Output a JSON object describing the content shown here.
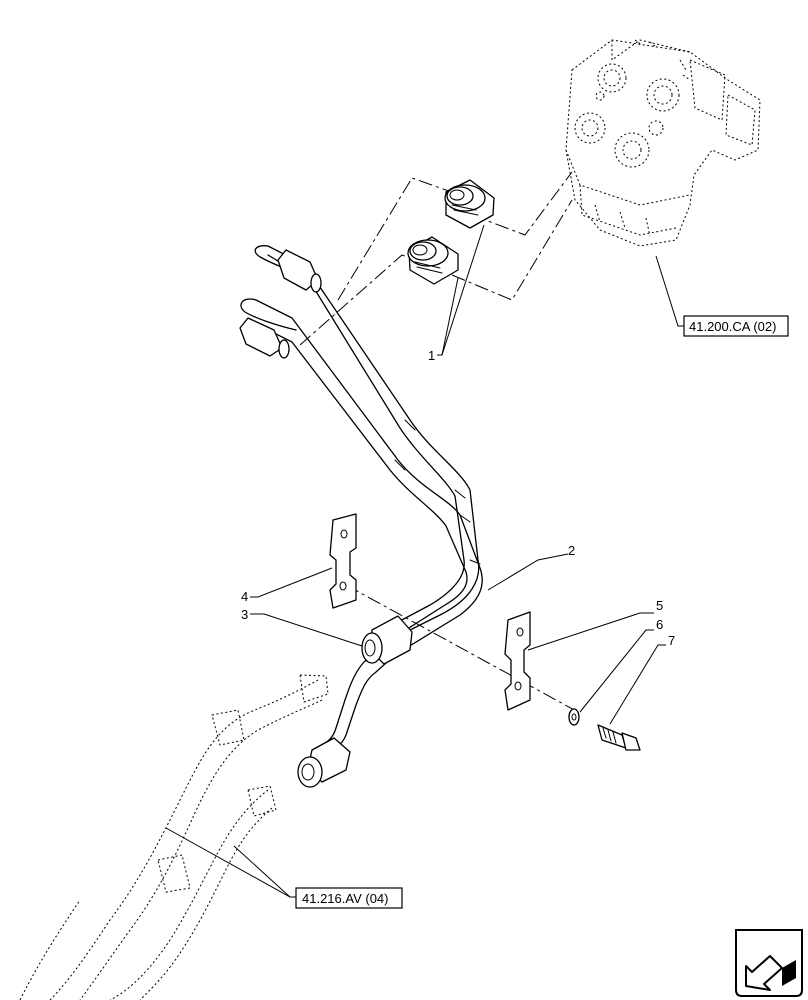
{
  "callouts": {
    "c1": "1",
    "c2": "2",
    "c3": "3",
    "c4": "4",
    "c5": "5",
    "c6": "6",
    "c7": "7"
  },
  "references": {
    "ref_top": "41.200.CA (02)",
    "ref_bottom": "41.216.AV (04)"
  },
  "icons": {
    "corner": "page-navigation-arrow-icon"
  }
}
